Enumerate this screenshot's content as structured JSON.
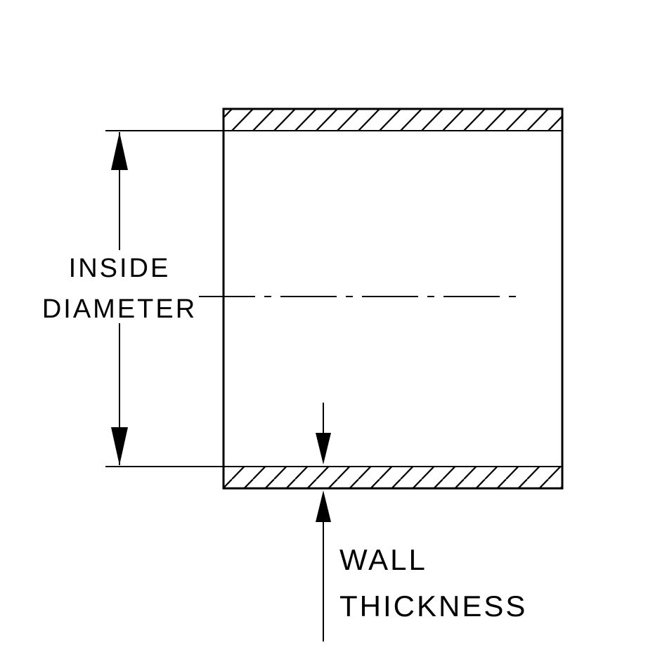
{
  "colors": {
    "ink": "#000000",
    "background": "#ffffff"
  },
  "diagram": {
    "labels": {
      "inside_diameter_line1": "INSIDE",
      "inside_diameter_line2": "DIAMETER",
      "wall_thickness_line1": "WALL",
      "wall_thickness_line2": "THICKNESS"
    }
  }
}
